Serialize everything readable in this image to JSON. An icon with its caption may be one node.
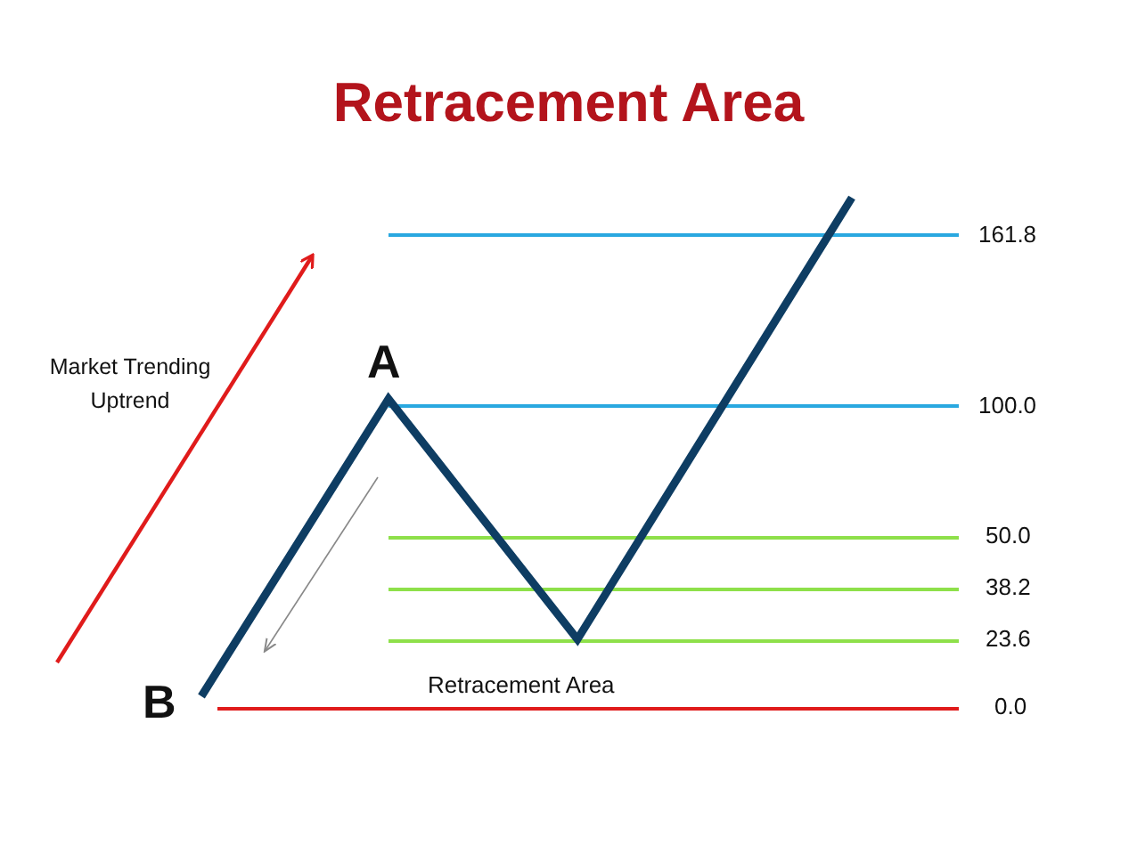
{
  "diagram": {
    "title": "Retracement Area",
    "labels": [
      "Market Trending Uptrend",
      "A",
      "161.8",
      "100.0",
      "50.0",
      "38.2",
      "23.6",
      "Retracement Area",
      "B",
      "0.0"
    ]
  }
}
